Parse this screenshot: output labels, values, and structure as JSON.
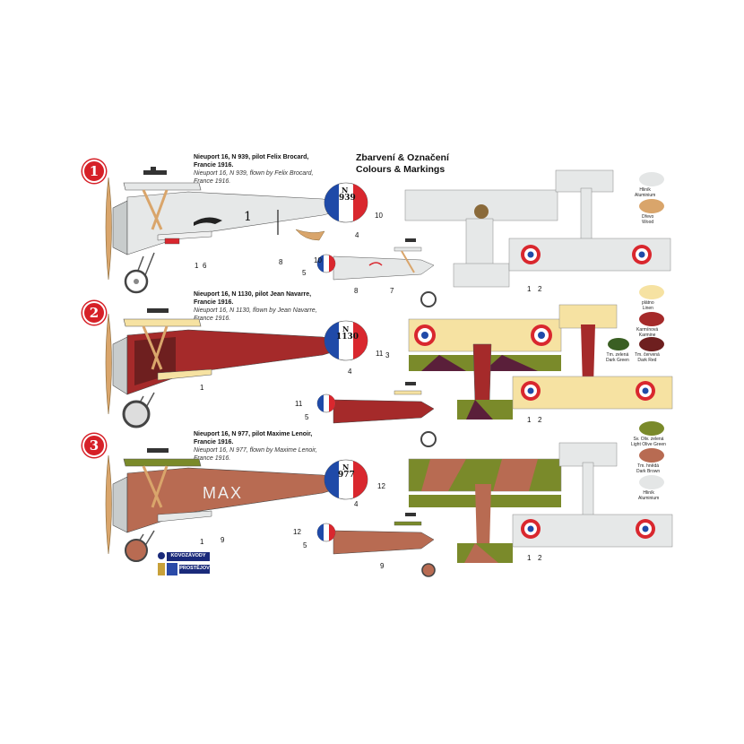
{
  "header": {
    "cz": "Zbarvení & Označení",
    "en": "Colours & Markings"
  },
  "schemes": [
    {
      "badge": "1",
      "cap1": "Nieuport 16, N 939, pilot Felix Brocard,",
      "cap2": "Francie 1916.",
      "cap3": "Nieuport 16, N 939, flown by Felix Brocard,",
      "cap4": "France 1916.",
      "serial_n": "N",
      "serial": "939",
      "side_number": "1"
    },
    {
      "badge": "2",
      "cap1": "Nieuport 16, N 1130, pilot Jean Navarre,",
      "cap2": "Francie 1916.",
      "cap3": "Nieuport 16, N 1130, flown by Jean Navarre,",
      "cap4": "France 1916.",
      "serial_n": "N",
      "serial": "1130"
    },
    {
      "badge": "3",
      "cap1": "Nieuport 16, N 977, pilot Maxime Lenoir,",
      "cap2": "Francie 1916.",
      "cap3": "Nieuport 16, N 977, flown by Maxime Lenoir,",
      "cap4": "France 1916.",
      "serial_n": "N",
      "serial": "977",
      "fuselage_text": "MAX"
    }
  ],
  "callouts": {
    "s1_main": [
      "10",
      "4",
      "8",
      "1",
      "6"
    ],
    "s1_small": [
      "10",
      "5",
      "8",
      "7"
    ],
    "s1_plan": [
      "1",
      "2"
    ],
    "s2_main": [
      "11",
      "4",
      "1"
    ],
    "s2_small": [
      "11",
      "5"
    ],
    "s2_plan": [
      "3",
      "1",
      "2"
    ],
    "s3_main": [
      "12",
      "4",
      "1",
      "9"
    ],
    "s3_small": [
      "12",
      "5",
      "9"
    ],
    "s3_plan": [
      "1",
      "2"
    ]
  },
  "swatches": [
    {
      "l1": "Hliník",
      "l2": "Aluminium",
      "color": "#e4e6e6"
    },
    {
      "l1": "Dřevo",
      "l2": "Wood",
      "color": "#d9a56b"
    },
    {
      "l1": "plátno",
      "l2": "Linen",
      "color": "#f6e2a2"
    },
    {
      "l1": "Karmínová",
      "l2": "Karmine",
      "color": "#a52a2a"
    },
    {
      "l1": "Tm. zelená",
      "l2": "Dark Green",
      "color": "#3a5f23"
    },
    {
      "l1": "Tm. červená",
      "l2": "Dark Red",
      "color": "#6e1f1f"
    },
    {
      "l1": "Sv. Oliv. zelená",
      "l2": "Light Olive Green",
      "color": "#7a8a2a"
    },
    {
      "l1": "Tm. hnědá",
      "l2": "Dark Brown",
      "color": "#b86b52"
    },
    {
      "l1": "Hliník",
      "l2": "Aluminium",
      "color": "#e4e6e6"
    }
  ],
  "logo": {
    "line1": "KOVOZÁVODY",
    "line2": "PROSTĚJOV"
  },
  "colors": {
    "badge_red": "#d62027",
    "roundel_blue": "#1f4aa8",
    "roundel_red": "#d9272e",
    "silver": "#e6e8e8",
    "dope_red": "#a52a2a",
    "linen": "#f6e2a2",
    "brown": "#b86b52",
    "olive": "#7a8a2a",
    "wood": "#d9a56b"
  }
}
